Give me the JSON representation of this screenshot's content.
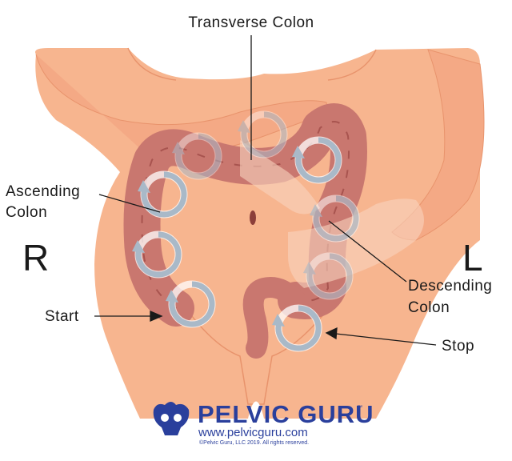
{
  "labels": {
    "transverse": "Transverse Colon",
    "ascending_1": "Ascending",
    "ascending_2": "Colon",
    "descending_1": "Descending",
    "descending_2": "Colon",
    "start": "Start",
    "stop": "Stop",
    "right": "R",
    "left": "L"
  },
  "brand": {
    "name": "PELVIC GURU",
    "trademark": "™",
    "url": "www.pelvicguru.com",
    "copyright": "©Pelvic Guru, LLC 2019. All rights reserved."
  },
  "colors": {
    "skin": "#f7b58f",
    "skin_shadow": "#eea07a",
    "colon": "#c9776f",
    "colon_dark": "#a8544f",
    "arrow": "#a9b9c8",
    "brand_blue": "#2a3f9c"
  },
  "icons": [
    "circular-arrow-icon",
    "pelvis-logo-icon"
  ]
}
